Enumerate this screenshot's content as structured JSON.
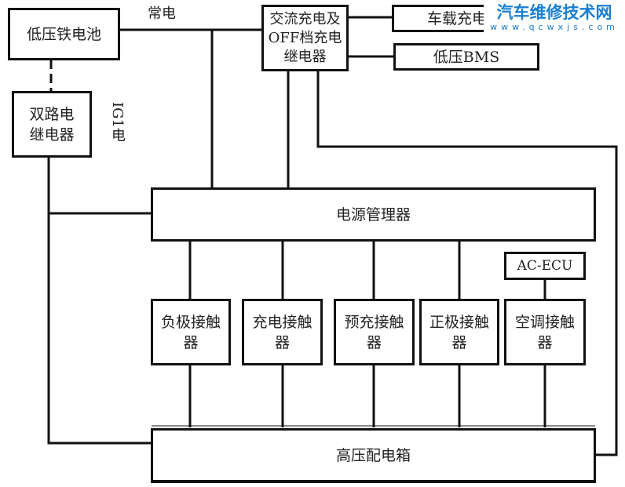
{
  "title": "电源管理系统结构图",
  "labels": {
    "constant_power": "常电",
    "ig1_power": "IG1电"
  },
  "boxes": {
    "lv_battery": "低压铁电池",
    "dual_relay_1": "双路电",
    "dual_relay_2": "继电器",
    "ac_relay_1": "交流充电及",
    "ac_relay_2": "OFF档充电",
    "ac_relay_3": "继电器",
    "onboard_charger": "车载充电",
    "lv_bms": "低压BMS",
    "power_manager": "电源管理器",
    "ac_ecu": "AC-ECU",
    "hv_box": "高压配电箱"
  },
  "contactors": [
    {
      "l1": "负极接触",
      "l2": "器"
    },
    {
      "l1": "充电接触",
      "l2": "器"
    },
    {
      "l1": "预充接触",
      "l2": "器"
    },
    {
      "l1": "正极接触",
      "l2": "器"
    },
    {
      "l1": "空调接触",
      "l2": "器"
    }
  ],
  "watermark": {
    "name": "汽车维修技术网",
    "url": "www.qcwxjs.com"
  }
}
